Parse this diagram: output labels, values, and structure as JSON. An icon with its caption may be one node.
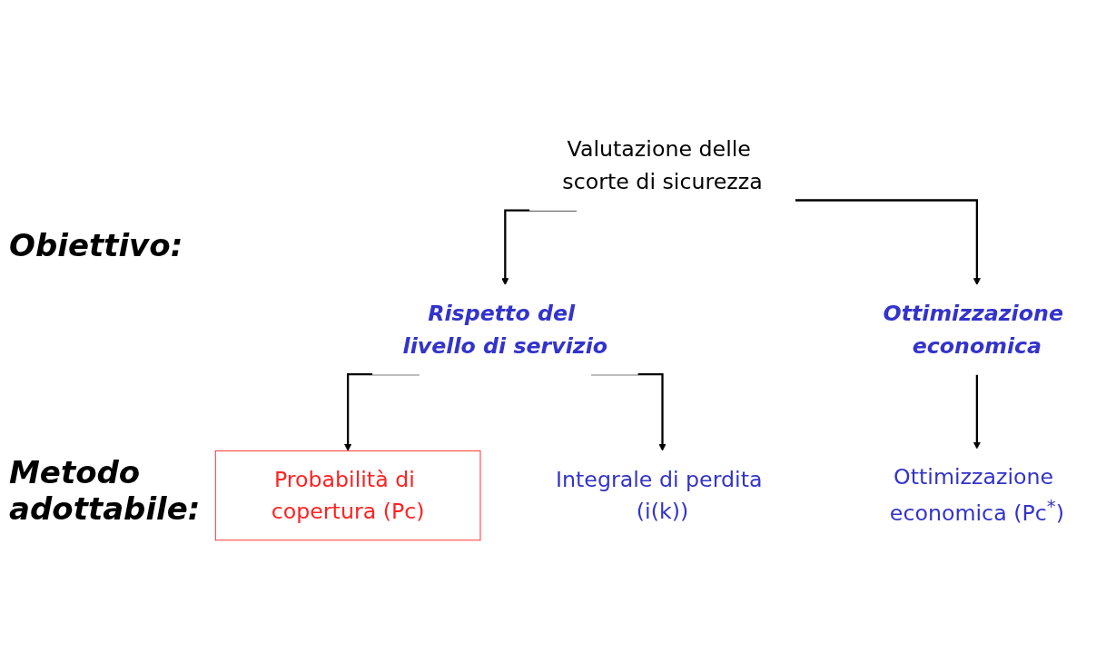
{
  "diagram": {
    "nodes": [
      {
        "text": [
          "Valutazione delle scorte di sicurezza"
        ]
      },
      {
        "text": [
          "Rispetto del livello di servizio"
        ]
      },
      {
        "text": [
          "Ottimizzazione economica"
        ]
      },
      {
        "text": [
          "Probabilità di copertura (Pc)"
        ]
      },
      {
        "text": [
          "Integrale di perdita (i(k))"
        ]
      },
      {
        "text": [
          "Ottimizzazione economica (Pc$^{*}$)"
        ]
      }
    ],
    "edges": [
      {
        "from": 0,
        "to": 1,
        "arrow": "to"
      },
      {
        "from": 0,
        "to": 2,
        "arrow": "to"
      },
      {
        "from": 1,
        "to": 3,
        "arrow": "to"
      },
      {
        "from": 1,
        "to": 4,
        "arrow": "to"
      },
      {
        "from": 2,
        "to": 5,
        "arrow": "to"
      }
    ],
    "labels": [
      "Obiettivo:",
      "Metodo adottabile:"
    ]
  }
}
